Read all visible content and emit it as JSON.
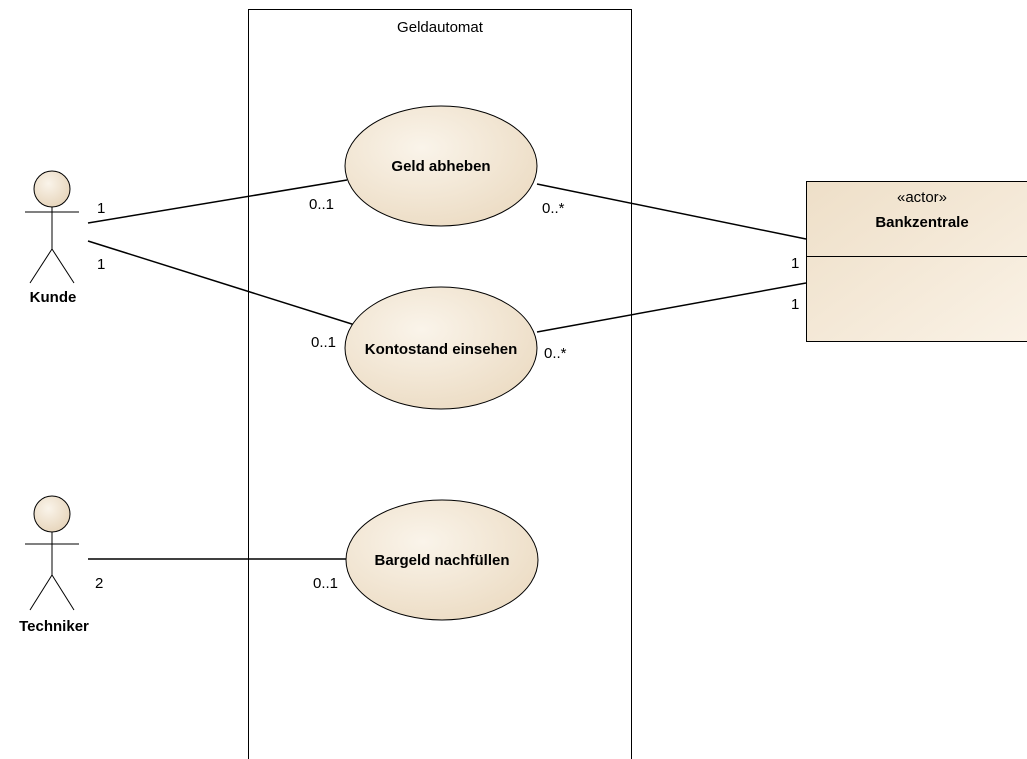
{
  "system": {
    "name": "Geldautomat"
  },
  "actors": [
    {
      "id": "kunde",
      "name": "Kunde"
    },
    {
      "id": "techniker",
      "name": "Techniker"
    }
  ],
  "external_actor": {
    "stereotype": "«actor»",
    "name": "Bankzentrale"
  },
  "use_cases": [
    {
      "id": "geld-abheben",
      "name": "Geld abheben"
    },
    {
      "id": "kontostand-einsehen",
      "name": "Kontostand einsehen"
    },
    {
      "id": "bargeld-nachfuellen",
      "name": "Bargeld nachfüllen"
    }
  ],
  "associations": [
    {
      "from": "Kunde",
      "to": "Geld abheben",
      "from_mult": "1",
      "to_mult": "0..1"
    },
    {
      "from": "Kunde",
      "to": "Kontostand einsehen",
      "from_mult": "1",
      "to_mult": "0..1"
    },
    {
      "from": "Techniker",
      "to": "Bargeld nachfüllen",
      "from_mult": "2",
      "to_mult": "0..1"
    },
    {
      "from": "Geld abheben",
      "to": "Bankzentrale",
      "from_mult": "0..*",
      "to_mult": "1"
    },
    {
      "from": "Kontostand einsehen",
      "to": "Bankzentrale",
      "from_mult": "0..*",
      "to_mult": "1"
    }
  ],
  "colors": {
    "fill": "#f3e8d6",
    "fill_light": "#faf3e8",
    "stroke": "#000000"
  }
}
